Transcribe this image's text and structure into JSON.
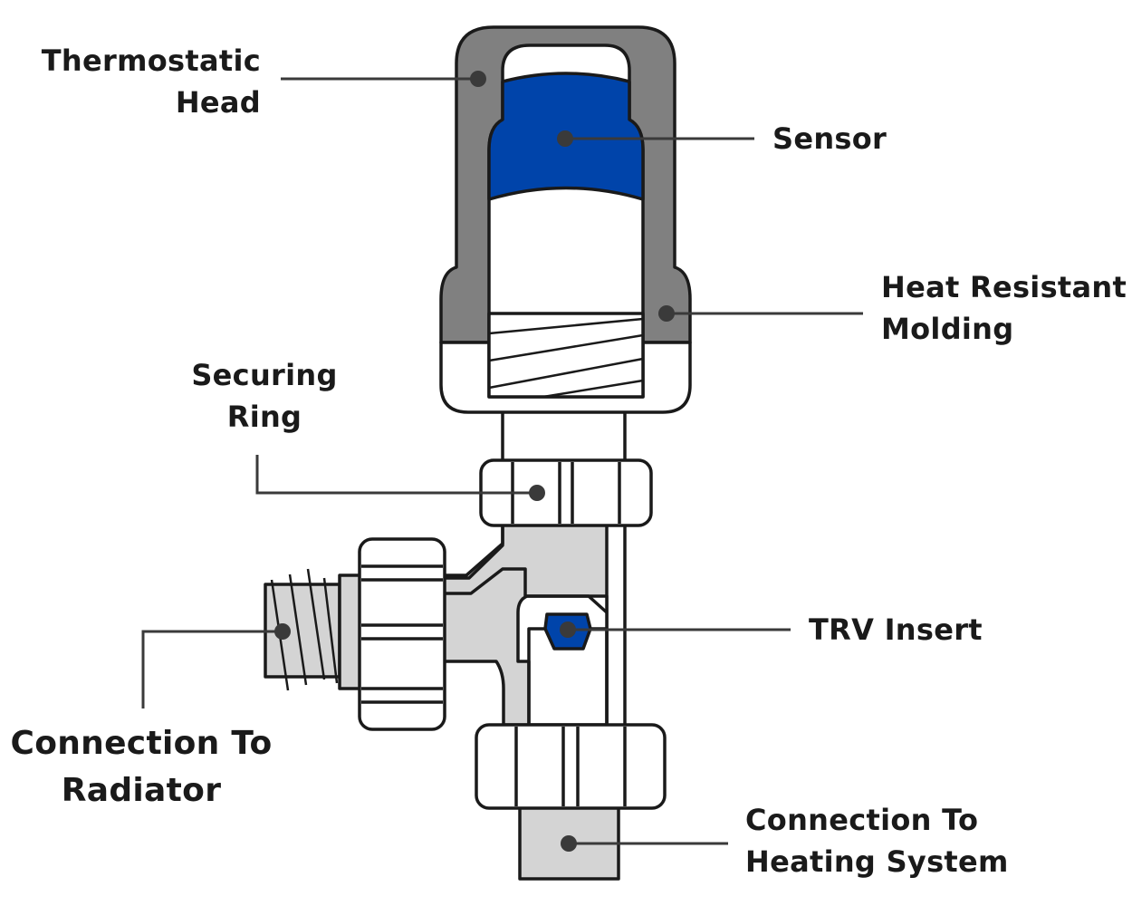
{
  "labels": {
    "thermostatic_head": [
      "Thermostatic",
      "Head"
    ],
    "sensor": "Sensor",
    "heat_resistant_molding": [
      "Heat Resistant",
      "Molding"
    ],
    "securing_ring": [
      "Securing",
      "Ring"
    ],
    "trv_insert": "TRV Insert",
    "connection_to_radiator": [
      "Connection To",
      "Radiator"
    ],
    "connection_to_heating_system": [
      "Connection To",
      "Heating System"
    ]
  },
  "colors": {
    "outline": "#1a1a1a",
    "head_grey": "#808080",
    "body_grey": "#d4d4d4",
    "sensor_blue": "#0044aa",
    "leader": "#3a3a3a",
    "white": "#ffffff"
  }
}
